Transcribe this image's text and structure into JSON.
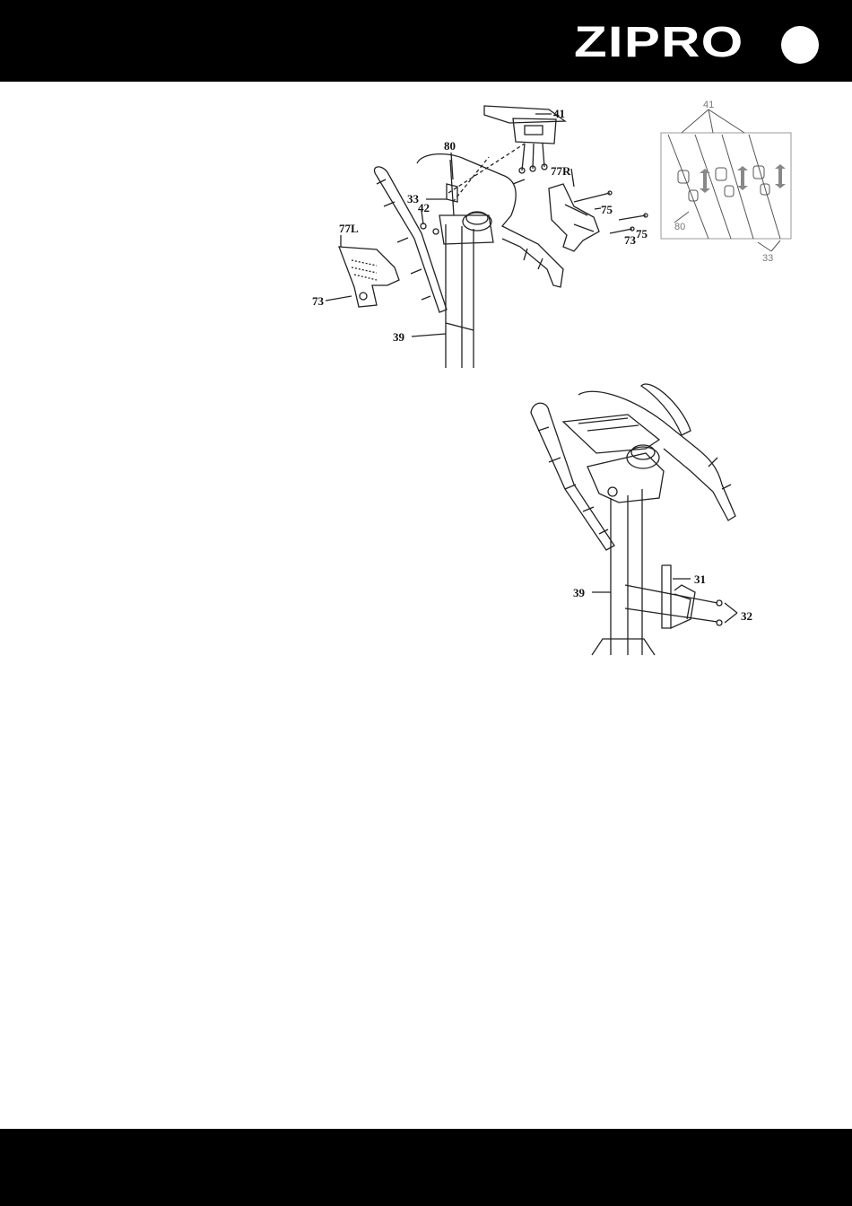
{
  "header": {
    "brand": "ZIPRO",
    "colors": {
      "bar": "#000000",
      "brand_text": "#ffffff"
    }
  },
  "figure_top": {
    "labels": {
      "p41": "41",
      "p80": "80",
      "p77R": "77R",
      "p33": "33",
      "p42": "42",
      "p75a": "75",
      "p75b": "75",
      "p73r": "73",
      "p77L": "77L",
      "p73l": "73",
      "p39": "39"
    }
  },
  "inset": {
    "labels": {
      "p41": "41",
      "p80": "80",
      "p33": "33"
    }
  },
  "figure_bottom": {
    "labels": {
      "p39": "39",
      "p31": "31",
      "p32": "32"
    }
  }
}
